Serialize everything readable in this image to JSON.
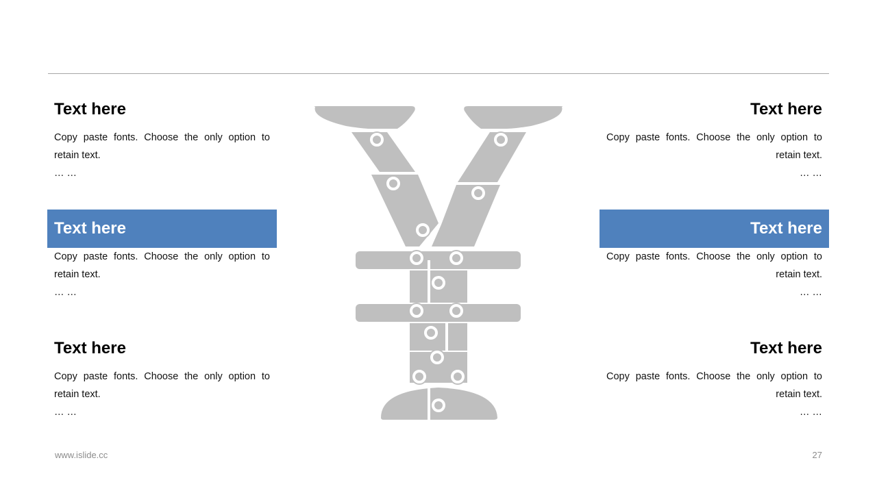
{
  "header": {
    "divider": true
  },
  "blocks": [
    {
      "title": "Text here",
      "body": "Copy paste fonts. Choose the only option to retain text.",
      "ellipsis": "… …",
      "highlight": false
    },
    {
      "title": "Text here",
      "body": "Copy paste fonts. Choose the only option to retain text.",
      "ellipsis": "… …",
      "highlight": true
    },
    {
      "title": "Text here",
      "body": "Copy paste fonts. Choose the only option to retain text.",
      "ellipsis": "… …",
      "highlight": false
    },
    {
      "title": "Text here",
      "body": "Copy paste fonts. Choose the only option to retain text.",
      "ellipsis": "… …",
      "highlight": false
    },
    {
      "title": "Text here",
      "body": "Copy paste fonts. Choose the only option to retain text.",
      "ellipsis": "… …",
      "highlight": true
    },
    {
      "title": "Text here",
      "body": "Copy paste fonts. Choose the only option to retain text.",
      "ellipsis": "… …",
      "highlight": false
    }
  ],
  "graphic": {
    "icon": "yen-puzzle-icon",
    "color": "#bfbfbf"
  },
  "colors": {
    "accent": "#4f81bd",
    "divider": "#a6a6a6",
    "footer": "#8c8c8c"
  },
  "footer": {
    "url": "www.islide.cc",
    "page": "27"
  }
}
